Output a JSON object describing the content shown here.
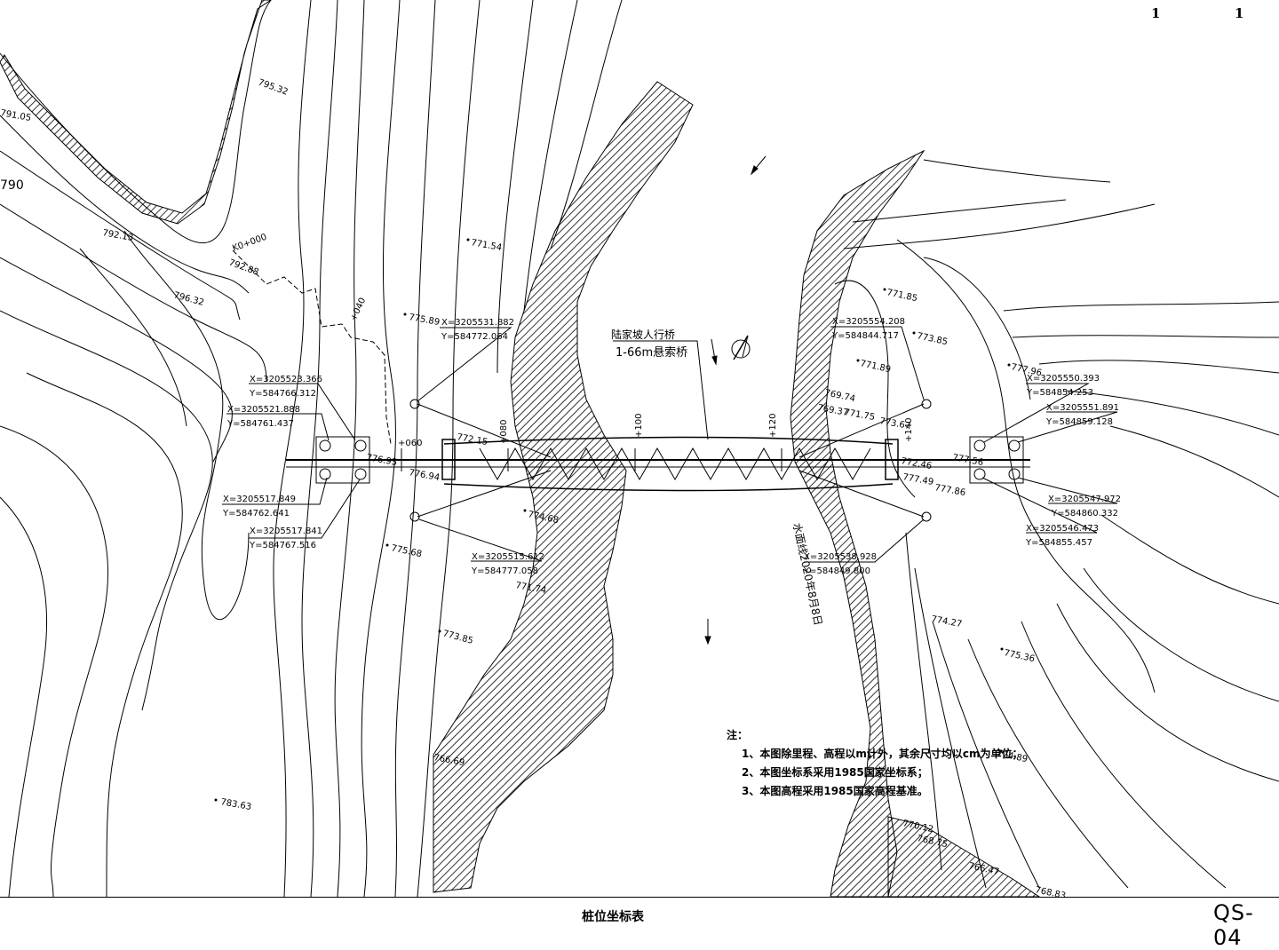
{
  "header": {
    "sheet_current": "1",
    "sheet_total": "1"
  },
  "footer": {
    "title": "桩位坐标表",
    "drawing_no": "QS-04"
  },
  "bridge": {
    "name": "陆家坡人行桥",
    "type": "1-66m悬索桥"
  },
  "water_level_label": "水面线2020年8月8日",
  "stations": [
    "K0+000",
    "+040",
    "+060",
    "+080",
    "+100",
    "+120",
    "+140"
  ],
  "elevations": [
    "795.32",
    "791.05",
    "790",
    "792.13",
    "792.88",
    "796.32",
    "771.54",
    "775.89",
    "772.15",
    "776.95",
    "776.94",
    "774.68",
    "775.68",
    "771.74",
    "773.85",
    "783.63",
    "766.69",
    "771.85",
    "773.85",
    "771.89",
    "769.74",
    "769.37",
    "771.75",
    "777.96",
    "773.67",
    "772.46",
    "777.56",
    "777.49",
    "777.86",
    "775.36",
    "774.89",
    "774.27",
    "770.12",
    "768.75",
    "766.47",
    "768.83"
  ],
  "coordinates": [
    {
      "x": "X=3205523.366",
      "y": "Y=584766.312"
    },
    {
      "x": "X=3205521.888",
      "y": "Y=584761.437"
    },
    {
      "x": "X=3205531.882",
      "y": "Y=584772.064"
    },
    {
      "x": "X=3205517.849",
      "y": "Y=584762.641"
    },
    {
      "x": "X=3205517.841",
      "y": "Y=584767.516"
    },
    {
      "x": "X=3205515.612",
      "y": "Y=584777.058"
    },
    {
      "x": "X=3205554.208",
      "y": "Y=584844.717"
    },
    {
      "x": "X=3205550.393",
      "y": "Y=584854.253"
    },
    {
      "x": "X=3205551.891",
      "y": "Y=584859.128"
    },
    {
      "x": "X=3205547.972",
      "y": "Y=584860.332"
    },
    {
      "x": "X=3205546.473",
      "y": "Y=584855.457"
    },
    {
      "x": "X=3205538.928",
      "y": "Y=584849.800"
    }
  ],
  "notes": {
    "heading": "注：",
    "items": [
      "1、本图除里程、高程以m计外，其余尺寸均以cm为单位；",
      "2、本图坐标系采用1985国家坐标系；",
      "3、本图高程采用1985国家高程基准。"
    ]
  }
}
